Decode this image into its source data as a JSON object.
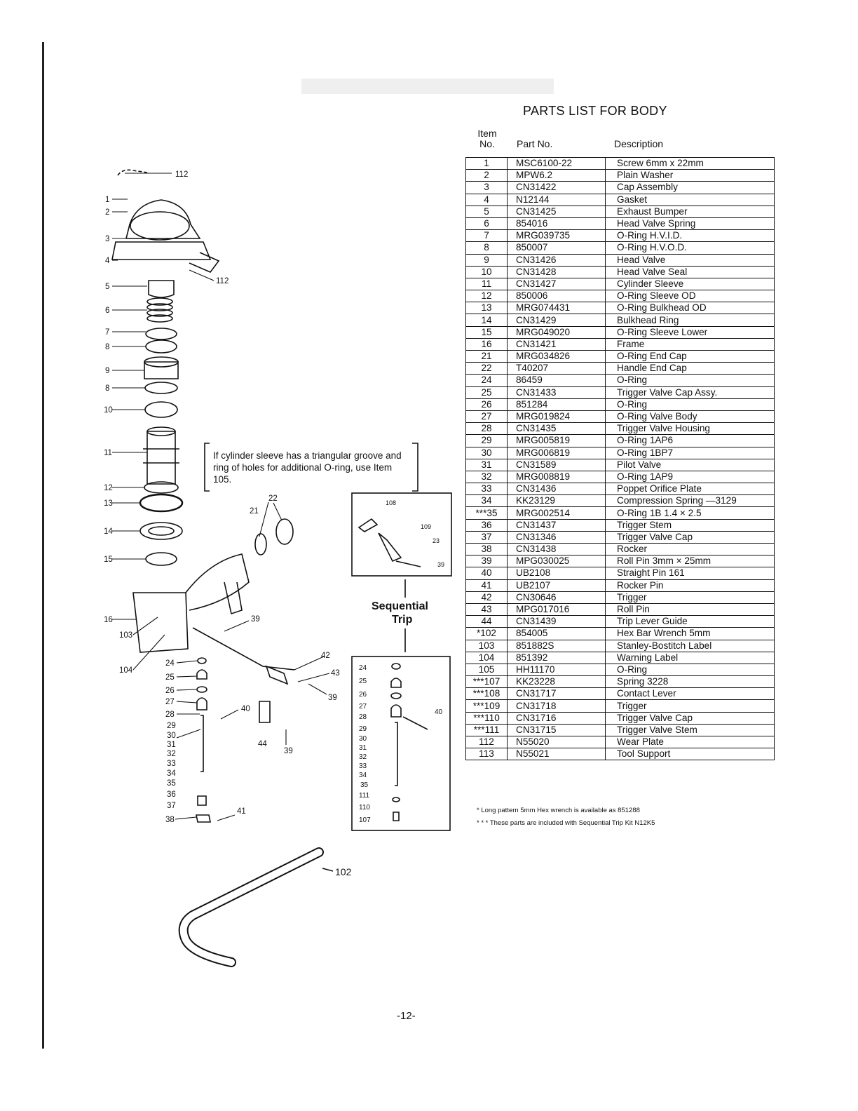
{
  "page": {
    "title": "PARTS LIST FOR BODY",
    "page_number": "-12-"
  },
  "table": {
    "headers": {
      "item": "Item\nNo.",
      "part": "Part No.",
      "description": "Description"
    },
    "rows": [
      {
        "item": "1",
        "part": "MSC6100-22",
        "desc": "Screw 6mm x 22mm"
      },
      {
        "item": "2",
        "part": "MPW6.2",
        "desc": "Plain Washer"
      },
      {
        "item": "3",
        "part": "CN31422",
        "desc": "Cap Assembly"
      },
      {
        "item": "4",
        "part": "N12144",
        "desc": "Gasket"
      },
      {
        "item": "5",
        "part": "CN31425",
        "desc": "Exhaust Bumper"
      },
      {
        "item": "6",
        "part": "854016",
        "desc": "Head Valve Spring"
      },
      {
        "item": "7",
        "part": "MRG039735",
        "desc": "O-Ring H.V.I.D."
      },
      {
        "item": "8",
        "part": "850007",
        "desc": "O-Ring H.V.O.D."
      },
      {
        "item": "9",
        "part": "CN31426",
        "desc": "Head Valve"
      },
      {
        "item": "10",
        "part": "CN31428",
        "desc": "Head Valve Seal"
      },
      {
        "item": "11",
        "part": "CN31427",
        "desc": "Cylinder Sleeve"
      },
      {
        "item": "12",
        "part": "850006",
        "desc": "O-Ring Sleeve OD"
      },
      {
        "item": "13",
        "part": "MRG074431",
        "desc": "O-Ring Bulkhead OD"
      },
      {
        "item": "14",
        "part": "CN31429",
        "desc": "Bulkhead Ring"
      },
      {
        "item": "15",
        "part": "MRG049020",
        "desc": "O-Ring Sleeve Lower"
      },
      {
        "item": "16",
        "part": "CN31421",
        "desc": "Frame"
      },
      {
        "item": "21",
        "part": "MRG034826",
        "desc": "O-Ring End Cap"
      },
      {
        "item": "22",
        "part": "T40207",
        "desc": "Handle End Cap"
      },
      {
        "item": "24",
        "part": "86459",
        "desc": "O-Ring"
      },
      {
        "item": "25",
        "part": "CN31433",
        "desc": "Trigger Valve Cap Assy."
      },
      {
        "item": "26",
        "part": "851284",
        "desc": "O-Ring"
      },
      {
        "item": "27",
        "part": "MRG019824",
        "desc": "O-Ring Valve Body"
      },
      {
        "item": "28",
        "part": "CN31435",
        "desc": "Trigger Valve Housing"
      },
      {
        "item": "29",
        "part": "MRG005819",
        "desc": "O-Ring 1AP6"
      },
      {
        "item": "30",
        "part": "MRG006819",
        "desc": "O-Ring 1BP7"
      },
      {
        "item": "31",
        "part": "CN31589",
        "desc": "Pilot Valve"
      },
      {
        "item": "32",
        "part": "MRG008819",
        "desc": "O-Ring 1AP9"
      },
      {
        "item": "33",
        "part": "CN31436",
        "desc": "Poppet Orifice Plate"
      },
      {
        "item": "34",
        "part": "KK23129",
        "desc": "Compression Spring —3129"
      },
      {
        "item": "***35",
        "part": "MRG002514",
        "desc": "O-Ring 1B 1.4 × 2.5"
      },
      {
        "item": "36",
        "part": "CN31437",
        "desc": "Trigger Stem"
      },
      {
        "item": "37",
        "part": "CN31346",
        "desc": "Trigger Valve Cap"
      },
      {
        "item": "38",
        "part": "CN31438",
        "desc": "Rocker"
      },
      {
        "item": "39",
        "part": "MPG030025",
        "desc": "Roll Pin 3mm × 25mm"
      },
      {
        "item": "40",
        "part": "UB2108",
        "desc": "Straight Pin 161"
      },
      {
        "item": "41",
        "part": "UB2107",
        "desc": "Rocker Pin"
      },
      {
        "item": "42",
        "part": "CN30646",
        "desc": "Trigger"
      },
      {
        "item": "43",
        "part": "MPG017016",
        "desc": "Roll Pin"
      },
      {
        "item": "44",
        "part": "CN31439",
        "desc": "Trip Lever Guide"
      },
      {
        "item": "*102",
        "part": "854005",
        "desc": "Hex Bar Wrench      5mm"
      },
      {
        "item": "103",
        "part": "851882S",
        "desc": "Stanley-Bostitch Label"
      },
      {
        "item": "104",
        "part": "851392",
        "desc": "Warning Label"
      },
      {
        "item": "105",
        "part": "HH11170",
        "desc": "O-Ring"
      },
      {
        "item": "***107",
        "part": "KK23228",
        "desc": "Spring 3228"
      },
      {
        "item": "***108",
        "part": "CN31717",
        "desc": "Contact Lever"
      },
      {
        "item": "***109",
        "part": "CN31718",
        "desc": "Trigger"
      },
      {
        "item": "***110",
        "part": "CN31716",
        "desc": "Trigger Valve Cap"
      },
      {
        "item": "***111",
        "part": "CN31715",
        "desc": "Trigger Valve Stem"
      },
      {
        "item": "112",
        "part": "N55020",
        "desc": "Wear Plate"
      },
      {
        "item": "113",
        "part": "N55021",
        "desc": "Tool Support"
      }
    ]
  },
  "footnotes": {
    "single_star": "*  Long pattern 5mm Hex wrench is available as 851288",
    "triple_star": "* * *  These parts are included with Sequential Trip Kit N12K5"
  },
  "diagram": {
    "note": "If cylinder sleeve has a triangular groove and ring of holes for additional O-ring, use Item 105.",
    "inset_title_line1": "Sequential",
    "inset_title_line2": "Trip",
    "callouts_main": [
      "112",
      "1",
      "2",
      "3",
      "4",
      "112",
      "5",
      "6",
      "7",
      "8",
      "9",
      "8",
      "10",
      "11",
      "12",
      "13",
      "14",
      "15",
      "16",
      "103",
      "104",
      "22",
      "21",
      "39",
      "42",
      "43",
      "39",
      "40",
      "44",
      "39",
      "41"
    ],
    "callouts_left_stack": [
      "24",
      "25",
      "26",
      "27",
      "28",
      "29",
      "30",
      "31",
      "32",
      "33",
      "34",
      "35",
      "36",
      "37",
      "38"
    ],
    "callouts_inset_top": [
      "108",
      "109",
      "23",
      "39"
    ],
    "callouts_inset_bottom": [
      "24",
      "25",
      "26",
      "27",
      "28",
      "29",
      "30",
      "31",
      "32",
      "33",
      "34",
      "35",
      "111",
      "110",
      "107",
      "40"
    ],
    "wrench_label": "102"
  }
}
